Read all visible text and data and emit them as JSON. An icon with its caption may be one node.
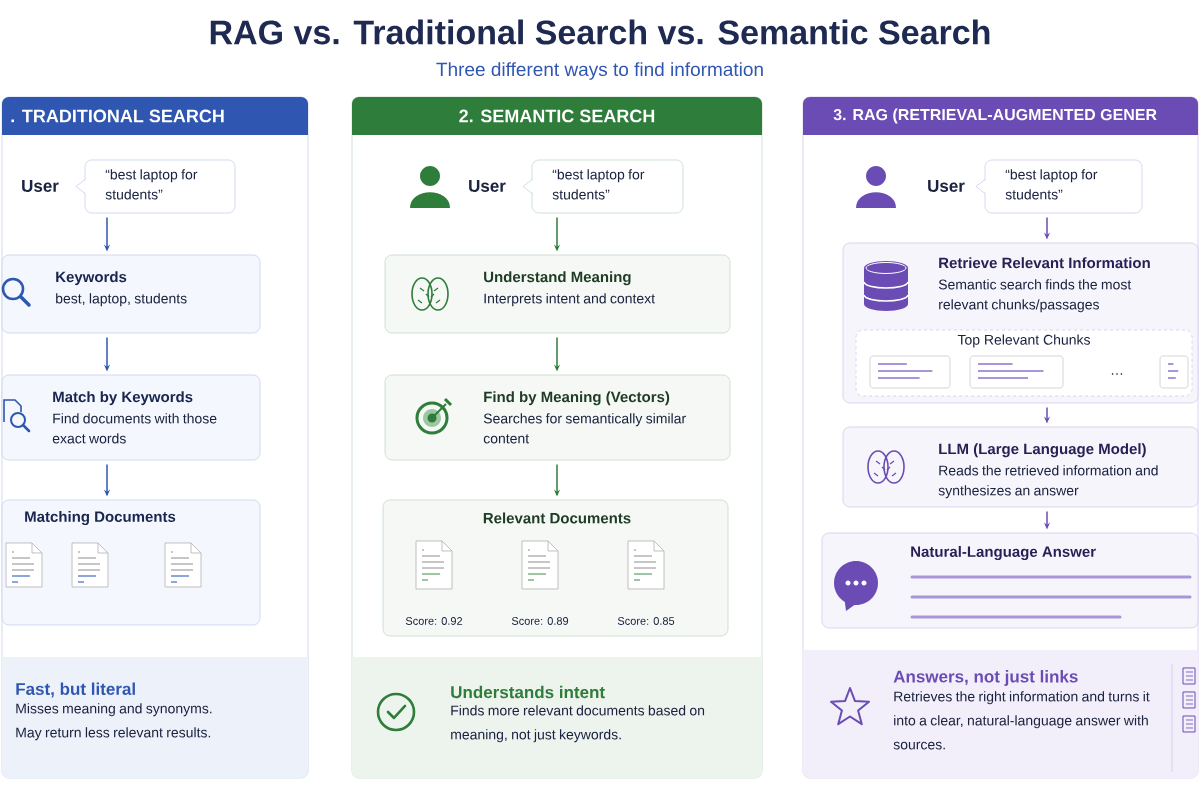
{
  "diagram": {
    "title": "RAG vs. Traditional Search vs. Semantic Search",
    "nodes": [
      {
        "text": [
          ". TRADITIONAL SEARCH"
        ]
      },
      {
        "text": [
          "User"
        ],
        "in": 0
      },
      {
        "text": [
          "“best laptop for students”"
        ],
        "in": 0
      },
      {
        "text": [
          "Keywords",
          "best, laptop, students"
        ],
        "in": 0
      },
      {
        "text": [
          "Match by Keywords",
          "Find documents with those exact words"
        ],
        "in": 0
      },
      {
        "text": [
          "Matching Documents"
        ],
        "in": 0
      },
      {
        "text": [
          "Fast, but literal",
          "Misses meaning and synonyms. May return less relevant results."
        ],
        "in": 0
      },
      {
        "text": [
          "2. SEMANTIC SEARCH"
        ]
      },
      {
        "text": [
          "User"
        ],
        "in": 7
      },
      {
        "text": [
          "“best laptop for students”"
        ],
        "in": 7
      },
      {
        "text": [
          "Understand Meaning",
          "Interprets intent and context"
        ],
        "in": 7
      },
      {
        "text": [
          "Find by Meaning (Vectors)",
          "Searches for semantically similar content"
        ],
        "in": 7
      },
      {
        "text": [
          "Relevant Documents",
          "Score: 0.92",
          "Score: 0.89",
          "Score: 0.85"
        ],
        "in": 7
      },
      {
        "text": [
          "Understands intent",
          "Finds more relevant documents based on meaning, not just keywords."
        ],
        "in": 7
      },
      {
        "text": [
          "3. RAG (RETRIEVAL-AUGMENTED GENER"
        ]
      },
      {
        "text": [
          "User"
        ],
        "in": 14
      },
      {
        "text": [
          "“best laptop for students”"
        ],
        "in": 14
      },
      {
        "text": [
          "Retrieve Relevant Information",
          "Semantic search finds the most relevant chunks/passages"
        ],
        "in": 14
      },
      {
        "text": [
          "Top Relevant Chunks",
          "…"
        ],
        "in": 17
      },
      {
        "text": [
          "LLM (Large Language Model)",
          "Reads the retrieved information and synthesizes an answer"
        ],
        "in": 14
      },
      {
        "text": [
          "Natural-Language Answer"
        ],
        "in": 14
      },
      {
        "text": [
          "Answers, not just links",
          "Retrieves the right information and turns it into a clear, natural-language answer with sources."
        ],
        "in": 14
      }
    ],
    "edges": [
      {
        "from": 2,
        "to": 3,
        "arrow": "to",
        "color": "#2f56b0"
      },
      {
        "from": 3,
        "to": 4,
        "arrow": "to",
        "color": "#2f56b0"
      },
      {
        "from": 4,
        "to": 5,
        "arrow": "to",
        "color": "#2f56b0"
      },
      {
        "from": 9,
        "to": 10,
        "arrow": "to",
        "color": "#2e7d3a"
      },
      {
        "from": 10,
        "to": 11,
        "arrow": "to",
        "color": "#2e7d3a"
      },
      {
        "from": 11,
        "to": 12,
        "arrow": "to",
        "color": "#2e7d3a"
      },
      {
        "from": 16,
        "to": 17,
        "arrow": "to",
        "color": "#6a4cb4"
      },
      {
        "from": 17,
        "to": 19,
        "arrow": "to",
        "color": "#6a4cb4"
      },
      {
        "from": 19,
        "to": 20,
        "arrow": "to",
        "color": "#6a4cb4"
      }
    ],
    "labels": [
      "Three different ways to find information"
    ]
  }
}
